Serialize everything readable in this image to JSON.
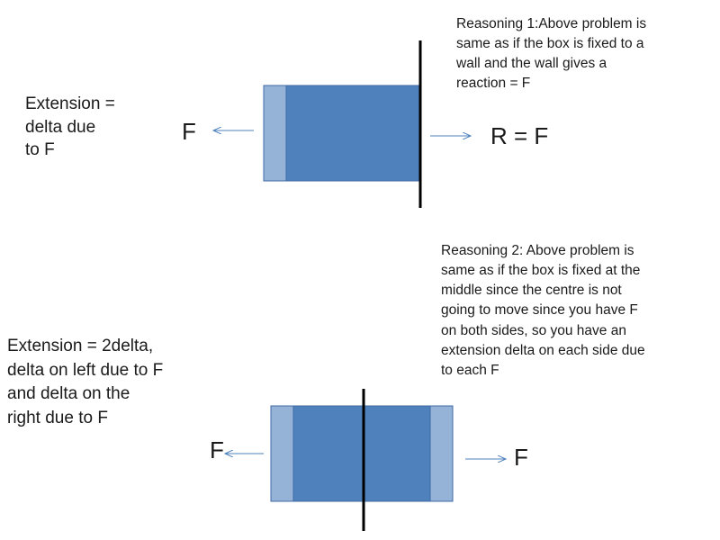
{
  "top": {
    "extension_lines": [
      "Extension =",
      "delta due",
      "to F"
    ],
    "force_left": "F",
    "reaction": "R = F",
    "reasoning_lines": [
      "Reasoning 1:Above problem is",
      "same as if the box is fixed to a",
      "wall and the wall gives a",
      "reaction = F"
    ]
  },
  "bottom": {
    "extension_lines": [
      "Extension =  2delta,",
      "delta on left due to F",
      "and delta on the",
      "right due to F"
    ],
    "force_left": "F",
    "force_right": "F",
    "reasoning_lines": [
      "Reasoning 2: Above problem is",
      "same as if the box is fixed at the",
      "middle since the centre is not",
      "going to move since you have F",
      "on both sides, so you have an",
      "extension delta on each side due",
      "to each F"
    ]
  },
  "colors": {
    "box_main": "#4f81bd",
    "box_stretch": "#95b3d7",
    "box_border": "#3e6aa3",
    "arrow": "#4f81bd",
    "wall": "#000000"
  }
}
